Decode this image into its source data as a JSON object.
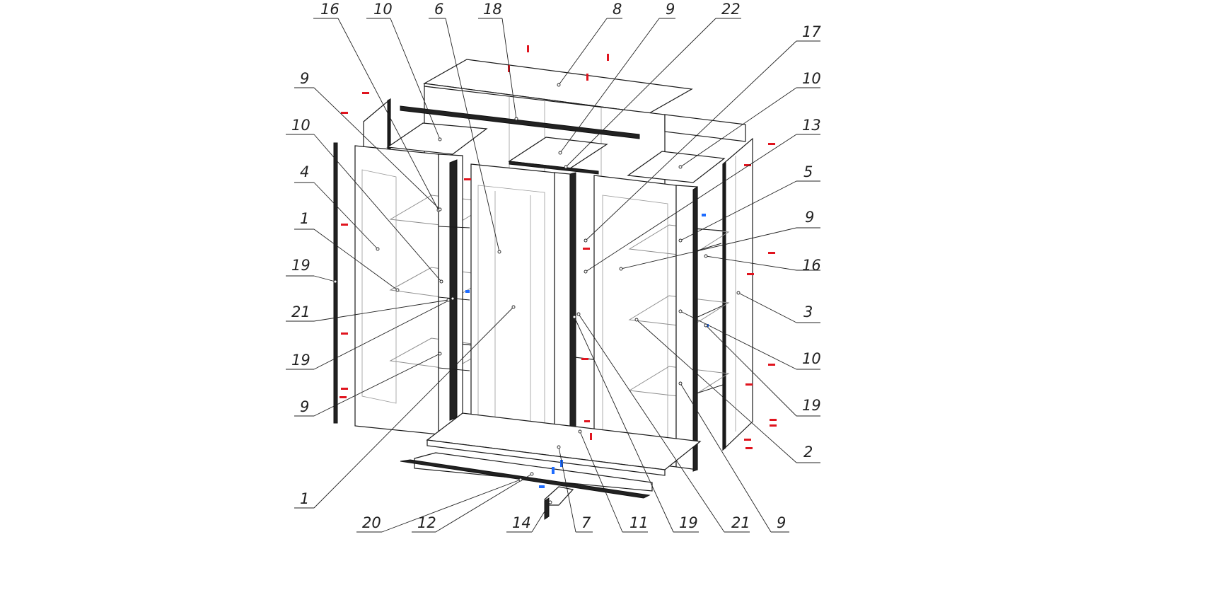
{
  "diagram": {
    "type": "exploded-assembly",
    "subject": "wardrobe",
    "colors": {
      "line": "#1a1a1a",
      "hardware_red": "#e0141e",
      "hardware_blue": "#1e6cff"
    },
    "callouts": [
      {
        "id": "c16a",
        "label": "16"
      },
      {
        "id": "c10a",
        "label": "10"
      },
      {
        "id": "c6",
        "label": "6"
      },
      {
        "id": "c18",
        "label": "18"
      },
      {
        "id": "c8",
        "label": "8"
      },
      {
        "id": "c9a",
        "label": "9"
      },
      {
        "id": "c22",
        "label": "22"
      },
      {
        "id": "c17",
        "label": "17"
      },
      {
        "id": "c10b",
        "label": "10"
      },
      {
        "id": "c13",
        "label": "13"
      },
      {
        "id": "c5",
        "label": "5"
      },
      {
        "id": "c9b",
        "label": "9"
      },
      {
        "id": "c16b",
        "label": "16"
      },
      {
        "id": "c3",
        "label": "3"
      },
      {
        "id": "c10c",
        "label": "10"
      },
      {
        "id": "c19a",
        "label": "19"
      },
      {
        "id": "c2",
        "label": "2"
      },
      {
        "id": "c9c",
        "label": "9"
      },
      {
        "id": "c21a",
        "label": "21"
      },
      {
        "id": "c19b",
        "label": "19"
      },
      {
        "id": "c11",
        "label": "11"
      },
      {
        "id": "c7",
        "label": "7"
      },
      {
        "id": "c14",
        "label": "14"
      },
      {
        "id": "c12",
        "label": "12"
      },
      {
        "id": "c20",
        "label": "20"
      },
      {
        "id": "c1a",
        "label": "1"
      },
      {
        "id": "c9d",
        "label": "9"
      },
      {
        "id": "c19c",
        "label": "19"
      },
      {
        "id": "c21b",
        "label": "21"
      },
      {
        "id": "c19d",
        "label": "19"
      },
      {
        "id": "c1b",
        "label": "1"
      },
      {
        "id": "c4",
        "label": "4"
      },
      {
        "id": "c10d",
        "label": "10"
      },
      {
        "id": "c9e",
        "label": "9"
      }
    ]
  }
}
